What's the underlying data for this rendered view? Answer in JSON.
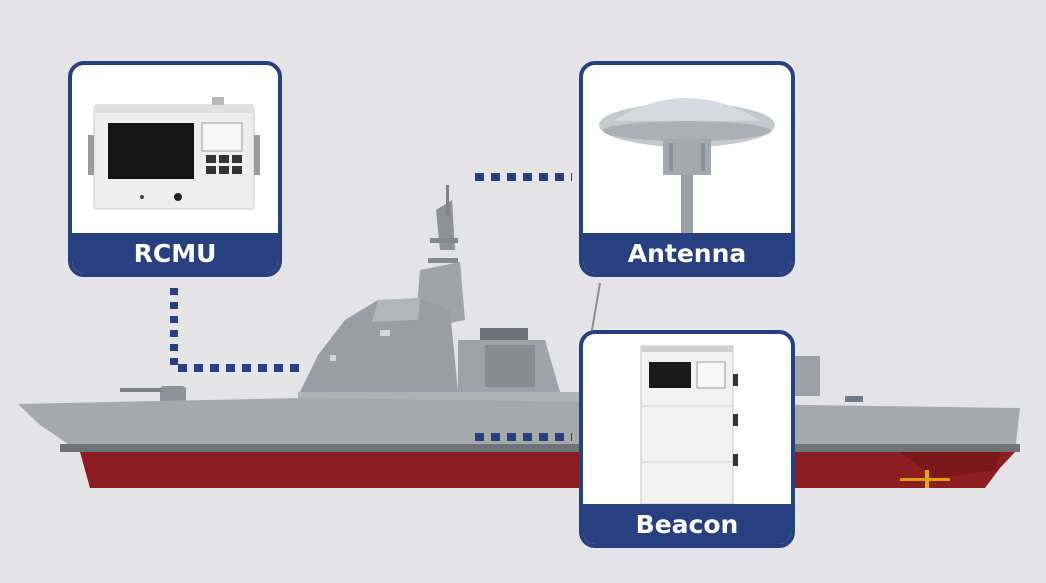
{
  "labels": {
    "rcmu": "RCMU",
    "antenna": "Antenna",
    "beacon": "Beacon"
  },
  "colors": {
    "background": "#e4e4e6",
    "accent_navy": "#27407f",
    "hull_red": "#8d1d1f",
    "hull_gray": "#a6a9ac",
    "superstructure_gray": "#9a9da1"
  },
  "icons": {
    "rcmu": "control-unit-device",
    "antenna": "dome-antenna",
    "beacon": "beacon-cabinet",
    "ship": "naval-destroyer"
  }
}
